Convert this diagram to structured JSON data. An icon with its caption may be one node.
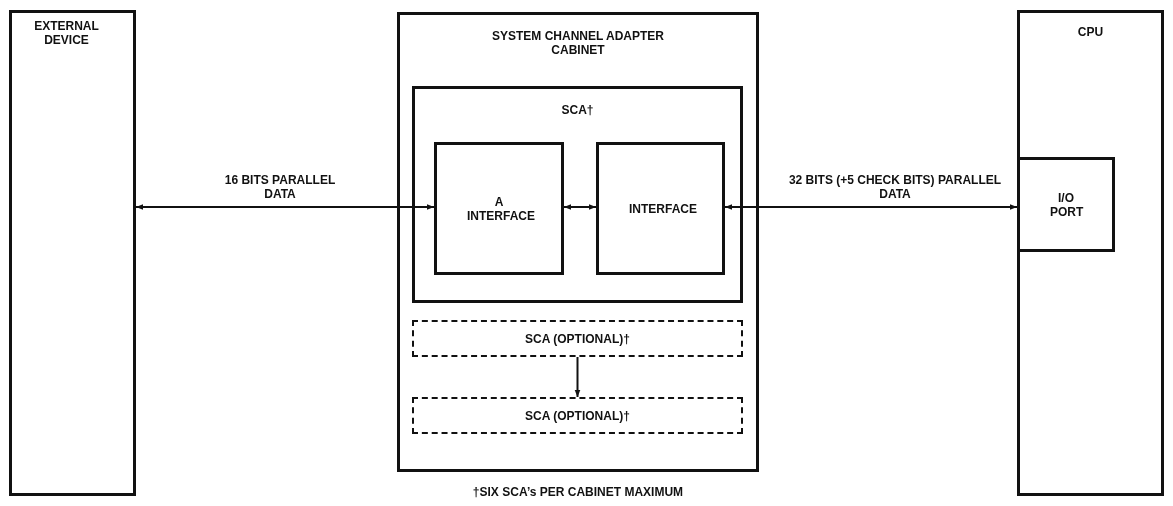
{
  "diagram": {
    "caption": "†SIX SCA’s PER CABINET MAXIMUM",
    "nodes": [
      {
        "text": [
          "EXTERNAL DEVICE"
        ]
      },
      {
        "text": [
          "SYSTEM CHANNEL ADAPTER CABINET"
        ]
      },
      {
        "text": [
          "SCA†"
        ],
        "in": 1
      },
      {
        "text": [
          "A INTERFACE"
        ],
        "in": 2
      },
      {
        "text": [
          "INTERFACE"
        ],
        "in": 2
      },
      {
        "text": [
          "SCA (OPTIONAL)†"
        ],
        "in": 1
      },
      {
        "text": [
          "SCA (OPTIONAL)†"
        ],
        "in": 1
      },
      {
        "text": [
          "CPU"
        ]
      },
      {
        "text": [
          "I/O PORT"
        ],
        "in": 7
      }
    ],
    "edges": [
      {
        "from": 0,
        "to": 3,
        "arrow": "both",
        "label": "16 BITS PARALLEL DATA"
      },
      {
        "from": 3,
        "to": 4,
        "arrow": "both"
      },
      {
        "from": 4,
        "to": 8,
        "arrow": "both",
        "label": "32 BITS (+5 CHECK BITS) PARALLEL DATA"
      },
      {
        "from": 5,
        "to": 6,
        "arrow": "to"
      }
    ]
  }
}
